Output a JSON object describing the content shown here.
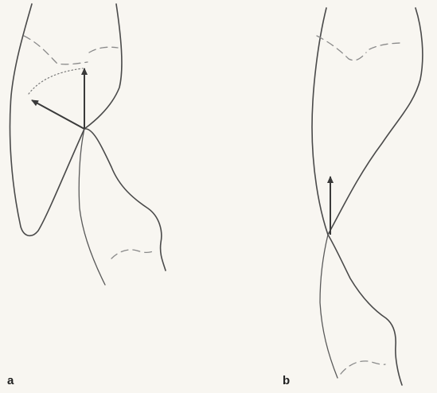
{
  "panels": [
    {
      "id": "a",
      "label": "a"
    },
    {
      "id": "b",
      "label": "b"
    }
  ],
  "colors": {
    "background": "#f8f6f1",
    "line": "#4a4a4a",
    "arrow": "#3a3a3a"
  }
}
